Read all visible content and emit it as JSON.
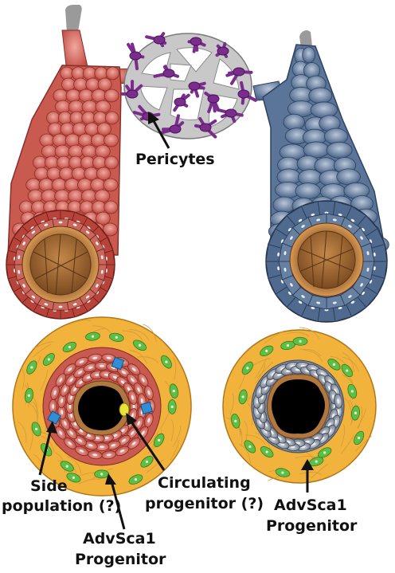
{
  "labels": {
    "pericytes": "Pericytes",
    "side_population_line1": "Side",
    "side_population_line2": "population (?)",
    "circulating_line1": "Circulating",
    "circulating_line2": "progenitor (?)",
    "advsca1_left_line1": "AdvSca1",
    "advsca1_left_line2": "Progenitor",
    "advsca1_right_line1": "AdvSca1",
    "advsca1_right_line2": "Progenitor"
  },
  "colors": {
    "artery_smooth_muscle": "#c9574e",
    "vein_smooth_muscle": "#4e6a8c",
    "pericyte": "#7b2d8e",
    "capillary": "#c8c8c8",
    "endothelium": "#b0773e",
    "adventitia": "#f2b33d",
    "fibroblast": "#5fbf45",
    "side_population_cell": "#2f8ed6",
    "circulating_cell": "#e8e23a",
    "lumen": "#000000"
  }
}
